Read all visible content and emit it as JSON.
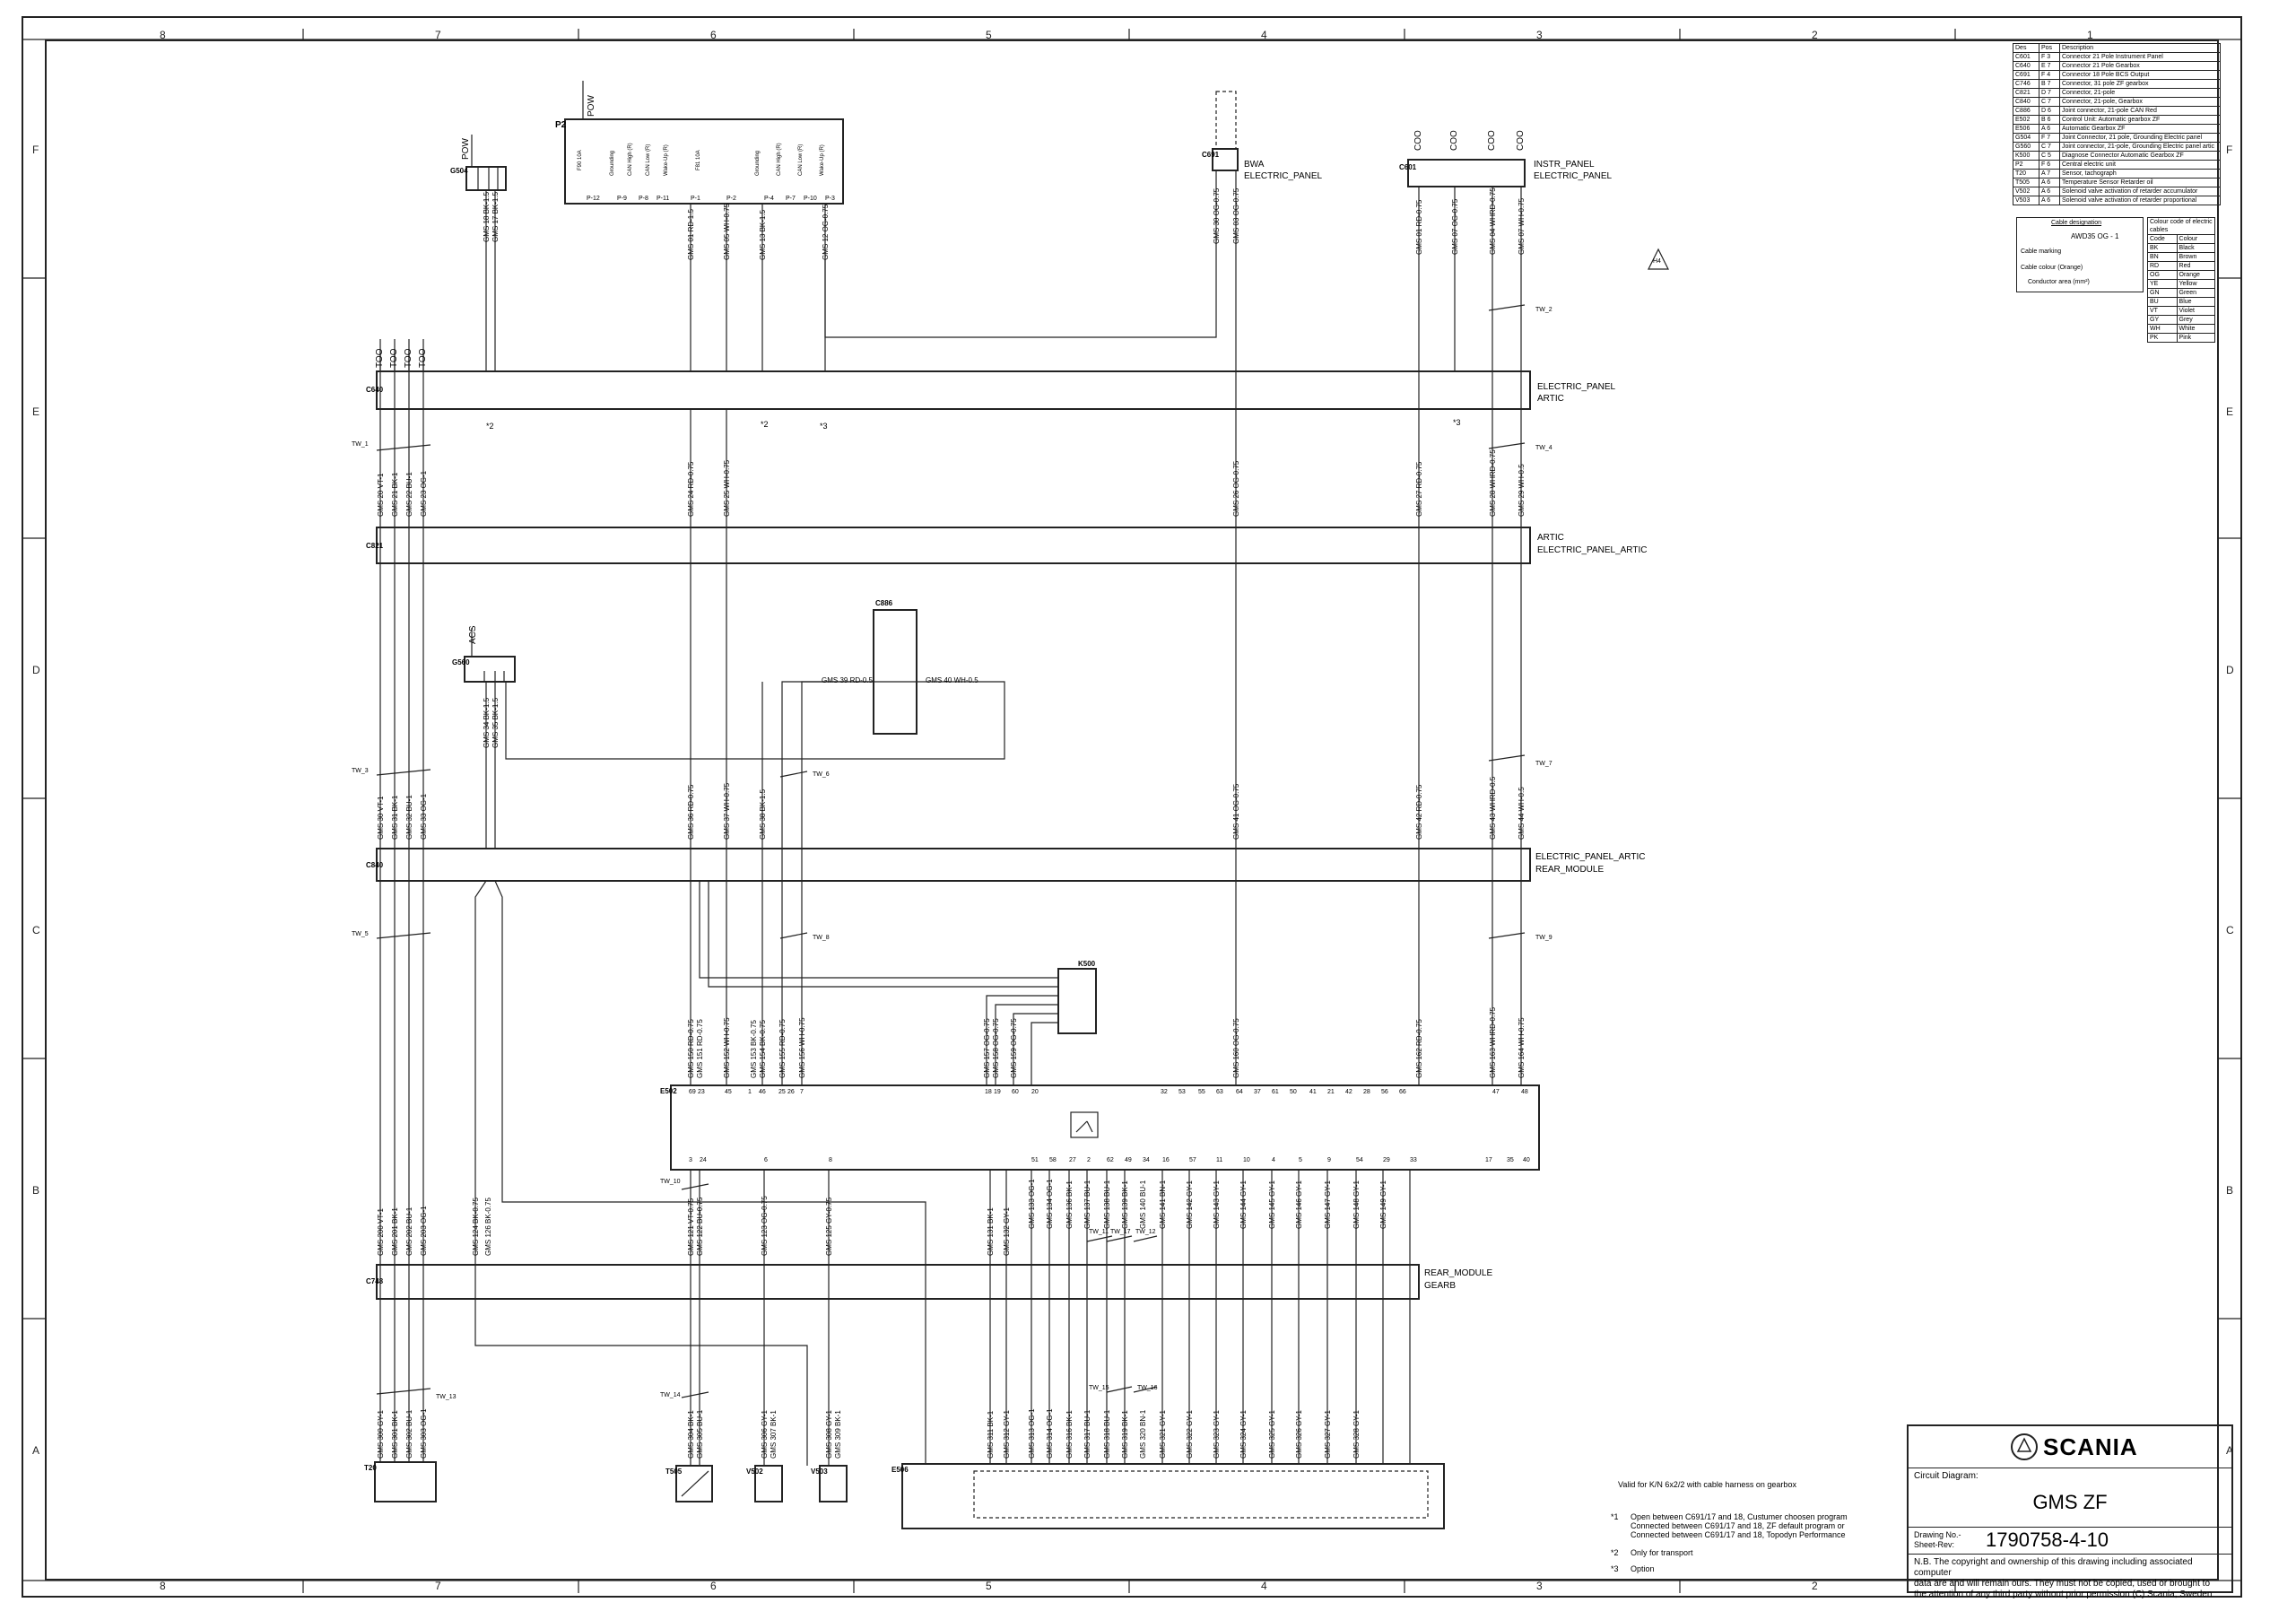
{
  "grid": {
    "columns": [
      "8",
      "7",
      "6",
      "5",
      "4",
      "3",
      "2",
      "1"
    ],
    "rows": [
      "F",
      "E",
      "D",
      "C",
      "B",
      "A"
    ]
  },
  "legend": {
    "headers": [
      "Des",
      "Pos",
      "Description"
    ],
    "rows": [
      [
        "C601",
        "F 3",
        "Connector 21 Pole Instrument Panel"
      ],
      [
        "C640",
        "E 7",
        "Connector 21 Pole Gearbox"
      ],
      [
        "C691",
        "F 4",
        "Connector 18 Pole BCS Output"
      ],
      [
        "C746",
        "B 7",
        "Connector, 31 pole ZF gearbox"
      ],
      [
        "C821",
        "D 7",
        "Connector, 21-pole"
      ],
      [
        "C840",
        "C 7",
        "Connector, 21-pole, Gearbox"
      ],
      [
        "C886",
        "D 6",
        "Joint connector, 21-pole CAN Red"
      ],
      [
        "E502",
        "B 6",
        "Control Unit: Automatic gearbox ZF"
      ],
      [
        "E506",
        "A 6",
        "Automatic Gearbox ZF"
      ],
      [
        "G504",
        "F 7",
        "Joint Connector, 21 pole, Grounding Electric panel"
      ],
      [
        "G560",
        "C 7",
        "Joint connector, 21-pole, Grounding Electric panel artic"
      ],
      [
        "K500",
        "C 5",
        "Diagnose Connector Automatic Gearbox ZF"
      ],
      [
        "P2",
        "F 6",
        "Central electric unit"
      ],
      [
        "T20",
        "A 7",
        "Sensor, tachograph"
      ],
      [
        "T505",
        "A 6",
        "Temperature Sensor Retarder oil"
      ],
      [
        "V502",
        "A 6",
        "Solenoid valve activation of retarder accumulator"
      ],
      [
        "V503",
        "A 6",
        "Solenoid valve activation of retarder proportional"
      ]
    ]
  },
  "cable_designation": {
    "title": "Cable designation",
    "example": "AWD35  OG - 1",
    "cable_marking": "Cable marking",
    "cable_colour": "Cable colour (Orange)",
    "conductor_area": "Conductor area (mm²)"
  },
  "colour_codes": {
    "header": "Colour code of electric cables",
    "columns": [
      "Code",
      "Colour"
    ],
    "rows": [
      [
        "BK",
        "Black"
      ],
      [
        "BN",
        "Brown"
      ],
      [
        "RD",
        "Red"
      ],
      [
        "OG",
        "Orange"
      ],
      [
        "YE",
        "Yellow"
      ],
      [
        "GN",
        "Green"
      ],
      [
        "BU",
        "Blue"
      ],
      [
        "VT",
        "Violet"
      ],
      [
        "GY",
        "Grey"
      ],
      [
        "WH",
        "White"
      ],
      [
        "PK",
        "Pink"
      ]
    ]
  },
  "connectors": {
    "P2": {
      "code": "P2",
      "tag": "POW",
      "pins": [
        "P-12",
        "P-9",
        "P-8",
        "P-11",
        "P-1",
        "P-2",
        "P-4",
        "P-7",
        "P-10",
        "P-3"
      ],
      "fuses": [
        "F90 10A",
        "F81 10A"
      ],
      "signals": [
        "Grounding",
        "CAN High (R)",
        "CAN Low (R)",
        "Wake-Up (R)",
        "Grounding",
        "CAN High (R)",
        "CAN Low (R)",
        "Wake-Up (R)"
      ]
    },
    "G504": {
      "code": "G504",
      "tag": "POW"
    },
    "C691": {
      "code": "C691",
      "tag1": "BWA",
      "tag2": "ELECTRIC_PANEL"
    },
    "C601": {
      "code": "C601",
      "tags": [
        "COO",
        "COO",
        "COO",
        "COO"
      ],
      "label1": "INSTR_PANEL",
      "label2": "ELECTRIC_PANEL"
    },
    "C886": {
      "code": "C886"
    },
    "G560": {
      "code": "G560",
      "tag": "ACS"
    },
    "K500": {
      "code": "K500"
    },
    "E502": {
      "code": "E502"
    },
    "C746": {
      "code": "C746"
    },
    "T20": {
      "code": "T20"
    },
    "T505": {
      "code": "T505"
    },
    "V502": {
      "code": "V502"
    },
    "V503": {
      "code": "V503"
    },
    "E506": {
      "code": "E506"
    }
  },
  "bars": [
    {
      "code": "C640",
      "label1": "ELECTRIC_PANEL",
      "label2": "ARTIC"
    },
    {
      "code": "C821",
      "label1": "ARTIC",
      "label2": "ELECTRIC_PANEL_ARTIC"
    },
    {
      "code": "C840",
      "label1": "ELECTRIC_PANEL_ARTIC",
      "label2": "REAR_MODULE"
    },
    {
      "code": "C748",
      "label1": "REAR_MODULE",
      "label2": "GEARB"
    }
  ],
  "top_tags": [
    "TOO",
    "TOO",
    "TOO",
    "TOO"
  ],
  "footnote_marks": [
    "*2",
    "*2",
    "*3",
    "*3"
  ],
  "wire_labels_top": [
    "GMS 18 BK-1.5",
    "GMS 17 BK-1.5",
    "GMS 01 RD-1.5",
    "GMS 05 WH-0.75",
    "GMS 13 BK-1.5",
    "GMS 12 OG-0.75",
    "GMS 30 OG-0.75",
    "GMS 03 OG-0.75",
    "GMS 01 RD-0.75",
    "GMS 07 OG-0.75",
    "GMS 04 WHRD-0.75",
    "GMS 07 WH-0.75"
  ],
  "wire_labels_mid1": [
    "GMS 20 VT-1",
    "GMS 21 BK-1",
    "GMS 22 BU-1",
    "GMS 23 OG-1",
    "GMS 24 RD-0.75",
    "GMS 25 WH-0.75",
    "GMS 26 OG-0.75",
    "GMS 27 RD-0.75",
    "GMS 28 WHRD-0.75",
    "GMS 29 WH-0.5"
  ],
  "wire_labels_mid2": [
    "GMS 30 VT-1",
    "GMS 31 BK-1",
    "GMS 32 BU-1",
    "GMS 33 OG-1",
    "GMS 34 BK-1.5",
    "GMS 35 BK-1.5",
    "GMS 36 RD-0.75",
    "GMS 37 WH-0.75",
    "GMS 38 BK-1.5",
    "GMS 41 OG-0.75",
    "GMS 42 RD-0.75",
    "GMS 43 WHRD-0.5",
    "GMS 44 WH-0.5"
  ],
  "k500_wires": [
    "GMS 39 RD-0.5",
    "GMS 40 WH-0.5"
  ],
  "wire_labels_ecu_top": [
    "GMS 150 RD-0.75",
    "GMS 151 RD-0.75",
    "GMS 152 WH-0.75",
    "GMS 153 BK-0.75",
    "GMS 154 BK-0.75",
    "GMS 155 RD-0.75",
    "GMS 156 WH-0.75",
    "GMS 157 OG-0.75",
    "GMS 158 OG-0.75",
    "GMS 159 OG-0.75",
    "GMS 160 OG-0.75",
    "GMS 162 RD-0.75",
    "GMS 163 WHRD-0.75",
    "GMS 164 WH-0.75"
  ],
  "ecu_top_pins": [
    "69",
    "23",
    "45",
    "1",
    "46",
    "25",
    "26",
    "7",
    "18",
    "19",
    "60",
    "20",
    "32",
    "53",
    "55",
    "63",
    "64",
    "37",
    "61",
    "50",
    "41",
    "21",
    "42",
    "28",
    "56",
    "66",
    "47",
    "48"
  ],
  "ecu_bottom_pins": [
    "3",
    "24",
    "6",
    "8",
    "51",
    "58",
    "27",
    "2",
    "62",
    "49",
    "34",
    "16",
    "57",
    "11",
    "10",
    "4",
    "5",
    "9",
    "54",
    "29",
    "33",
    "17",
    "35",
    "40"
  ],
  "wire_labels_ecu_bottom": [
    "GMS 121 VT-0.75",
    "GMS 122 BU-0.75",
    "GMS 123 OG-0.75",
    "GMS 125 GY-0.75",
    "GMS 131 BK-1",
    "GMS 132 GY-1",
    "GMS 133 OG-1",
    "GMS 134 OG-1",
    "GMS 136 BK-1",
    "GMS 137 BU-1",
    "GMS 138 BU-1",
    "GMS 139 BK-1",
    "GMS 140 BU-1",
    "GMS 141 BN-1",
    "GMS 142 GY-1",
    "GMS 143 GY-1",
    "GMS 144 GY-1",
    "GMS 145 GY-1",
    "GMS 146 GY-1",
    "GMS 147 GY-1",
    "GMS 148 GY-1",
    "GMS 149 GY-1"
  ],
  "wire_labels_rear": [
    "GMS 200 VT-1",
    "GMS 201 BK-1",
    "GMS 202 BU-1",
    "GMS 203 OG-1",
    "GMS 124 BK-0.75",
    "GMS 126 BK-0.75"
  ],
  "wire_labels_bottom": [
    "GMS 300 GY-1",
    "GMS 301 BK-1",
    "GMS 302 BU-1",
    "GMS 303 OG-1",
    "GMS 304 BK-1",
    "GMS 305 BU-1",
    "GMS 306 GY-1",
    "GMS 307 BK-1",
    "GMS 308 GY-1",
    "GMS 309 BK-1",
    "GMS 311 BK-1",
    "GMS 312 GY-1",
    "GMS 313 OG-1",
    "GMS 314 OG-1",
    "GMS 316 BK-1",
    "GMS 317 BU-1",
    "GMS 318 BU-1",
    "GMS 319 BK-1",
    "GMS 320 BN-1",
    "GMS 321 GY-1",
    "GMS 322 GY-1",
    "GMS 323 GY-1",
    "GMS 324 GY-1",
    "GMS 325 GY-1",
    "GMS 326 GY-1",
    "GMS 327 GY-1",
    "GMS 328 GY-1"
  ],
  "twists": [
    "TW_1",
    "TW_2",
    "TW_3",
    "TW_4",
    "TW_5",
    "TW_6",
    "TW_7",
    "TW_8",
    "TW_9",
    "TW_10",
    "TW_11",
    "TW_12",
    "TW_13",
    "TW_14",
    "TW_15",
    "TW_16",
    "TW_17"
  ],
  "notes": {
    "valid": "Valid for K/N 6x2/2 with cable harness on gearbox",
    "n1_mark": "*1",
    "n1_lines": [
      "Open between C691/17 and 18, Custumer choosen program",
      "Connected between C691/17 and 18, ZF default program or",
      "Connected between C691/17 and 18, Topodyn Performance"
    ],
    "n2_mark": "*2",
    "n2": "Only for transport",
    "n3_mark": "*3",
    "n3": "Option"
  },
  "title_block": {
    "brand": "SCANIA",
    "circuit_label": "Circuit Diagram:",
    "circuit_title": "GMS ZF",
    "drawing_label1": "Drawing No.-",
    "drawing_label2": "Sheet-Rev:",
    "drawing_no": "1790758-4-10",
    "copyright": [
      "N.B. The copyright and ownership of this drawing including associated computer",
      "data are and will remain ours. They must not be copied, used or brought to",
      "the attention of any third party without prior permission (C) Scania, Sweden"
    ]
  },
  "h4_mark": "H4"
}
